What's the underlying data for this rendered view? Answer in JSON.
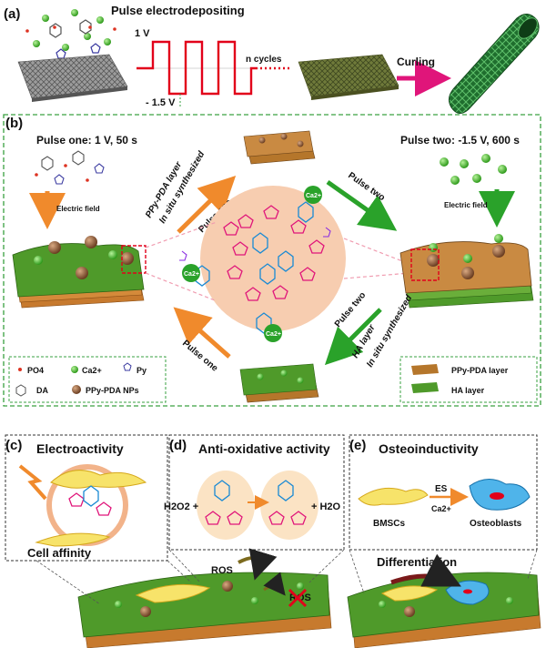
{
  "panel_a": {
    "tag": "(a)",
    "title": "Pulse electrodepositing",
    "v_high": "1 V",
    "v_low": "- 1.5 V",
    "cycles": "n cycles",
    "curling": "Curling"
  },
  "panel_b": {
    "tag": "(b)",
    "pulse_one_header": "Pulse one: 1 V, 50 s",
    "pulse_two_header": "Pulse two: -1.5 V, 600 s",
    "electric_field_left": "Electric field",
    "electric_field_right": "Electric field",
    "ppy_layer_line1": "PPy-PDA layer",
    "ppy_layer_line2": "In situ synthesized",
    "pulse_one_upper": "Pulse one",
    "pulse_two_upper": "Pulse two",
    "pulse_one_lower": "Pulse one",
    "pulse_two_lower": "Pulse two",
    "ha_layer_line1": "HA layer",
    "ha_layer_line2": "In situ synthesized",
    "ca_badge": "Ca2+",
    "legend": {
      "po4": "PO4",
      "ca": "Ca2+",
      "py": "Py",
      "da": "DA",
      "nps": "PPy-PDA NPs",
      "ppy_layer": "PPy-PDA layer",
      "ha_layer": "HA layer"
    }
  },
  "panel_c": {
    "tag": "(c)",
    "title": "Electroactivity",
    "sub": "Cell affinity"
  },
  "panel_d": {
    "tag": "(d)",
    "title": "Anti-oxidative activity",
    "h2o2": "H2O2 +",
    "h2o": "+ H2O"
  },
  "panel_e": {
    "tag": "(e)",
    "title": "Osteoinductivity",
    "bmsc": "BMSCs",
    "es": "ES",
    "ca": "Ca2+",
    "osteo": "Osteoblasts",
    "diff": "Differentiation"
  },
  "bottom": {
    "ros1": "ROS",
    "ros2": "ROS"
  },
  "colors": {
    "green_layer": "#3f8a1e",
    "brown_layer": "#b5762b",
    "orange_arrow": "#f08a2c",
    "green_arrow": "#2aa22a",
    "dash_green": "#3aa040",
    "red_wave": "#e2001a"
  }
}
